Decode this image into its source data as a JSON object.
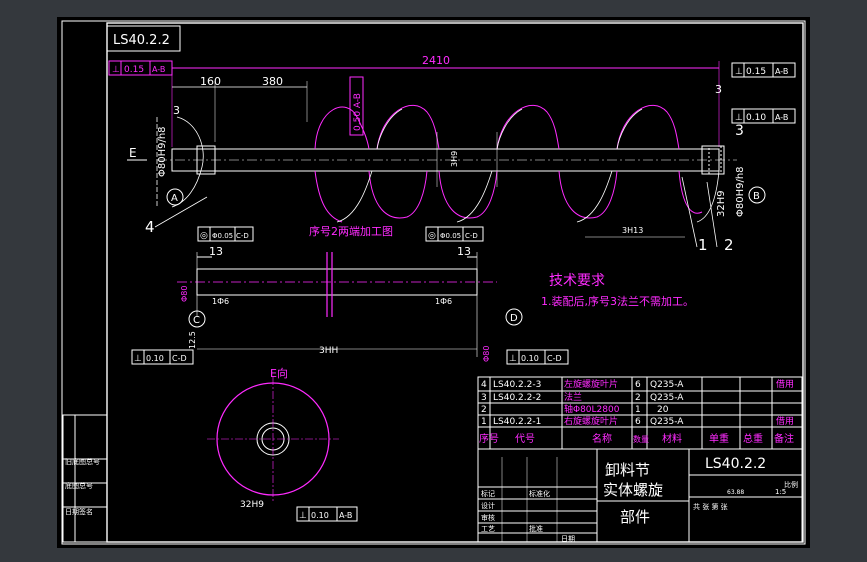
{
  "drawing_number": "LS40.2.2",
  "dims": {
    "overall": "2410",
    "d160": "160",
    "d380": "380",
    "d3a": "3",
    "d3b": "3",
    "d3c": "3",
    "shaft_left": "Φ80H9/h8",
    "shaft_right": "Φ80H9/h8",
    "bore": "32H9",
    "mid_tag": "3H9",
    "lower_tag": "3H13",
    "pitch_tol": "0.50 A-B",
    "sec_13a": "13",
    "sec_13b": "13",
    "sec_len": "3HH",
    "sec_dim_l": "1Ф6",
    "sec_dim_r": "1Ф6",
    "sec_v1": "Φ80",
    "sec_v2": "12.5",
    "sec_v3": "Φ80"
  },
  "tolerances": {
    "tl": {
      "sym": "⊥",
      "val": "0.15",
      "ref": "A-B"
    },
    "tr": {
      "sym": "⊥",
      "val": "0.15",
      "ref": "A-B"
    },
    "tr2": {
      "sym": "⊥",
      "val": "0.10",
      "ref": "A-B"
    },
    "mid_l": {
      "sym": "◎",
      "val": "Φ0.05",
      "ref": "C-D"
    },
    "mid_r": {
      "sym": "◎",
      "val": "Φ0.05",
      "ref": "C-D"
    },
    "bot_l": {
      "sym": "⊥",
      "val": "0.10",
      "ref": "C-D"
    },
    "bot_r": {
      "sym": "⊥",
      "val": "0.10",
      "ref": "C-D"
    },
    "bot_c": {
      "sym": "⊥",
      "val": "0.10",
      "ref": "A-B"
    }
  },
  "labels": {
    "E": "E",
    "view_E": "E向",
    "datum_A": "A",
    "datum_B": "B",
    "datum_C": "C",
    "datum_D": "D",
    "item1": "1",
    "item2": "2",
    "item3": "3",
    "item4": "4",
    "detail_title": "序号2两端加工图"
  },
  "tech": {
    "title": "技术要求",
    "note": "1.装配后,序号3法兰不需加工。"
  },
  "bom": {
    "rows": [
      {
        "no": "4",
        "code": "LS40.2.2-3",
        "name": "左旋螺旋叶片",
        "qty": "6",
        "mat": "Q235-A",
        "remark": "借用"
      },
      {
        "no": "3",
        "code": "LS40.2.2-2",
        "name": "法兰",
        "qty": "2",
        "mat": "Q235-A",
        "remark": ""
      },
      {
        "no": "2",
        "code": "",
        "name": "轴Φ80L2800",
        "qty": "1",
        "mat": "20",
        "remark": ""
      },
      {
        "no": "1",
        "code": "LS40.2.2-1",
        "name": "右旋螺旋叶片",
        "qty": "6",
        "mat": "Q235-A",
        "remark": "借用"
      }
    ],
    "header": {
      "no": "序号",
      "code": "代号",
      "name": "名称",
      "qty": "数量",
      "mat": "材料",
      "unit": "单重",
      "total": "总重",
      "remark": "备注"
    }
  },
  "title_block": {
    "name_line1": "卸料节",
    "name_line2": "实体螺旋",
    "name_line3": "部件",
    "code": "LS40.2.2",
    "scale": "1:5",
    "scale_label": "比例",
    "weight": "63.88",
    "design": "设计",
    "check": "审核",
    "process": "工艺",
    "date": "日期",
    "mark": "标记",
    "std": "标准化",
    "approve": "批准",
    "sheet_info": "共 张 第 张"
  },
  "left_block": {
    "r1": "旧底图总号",
    "r2": "底图总号",
    "r3": "日期签名"
  }
}
